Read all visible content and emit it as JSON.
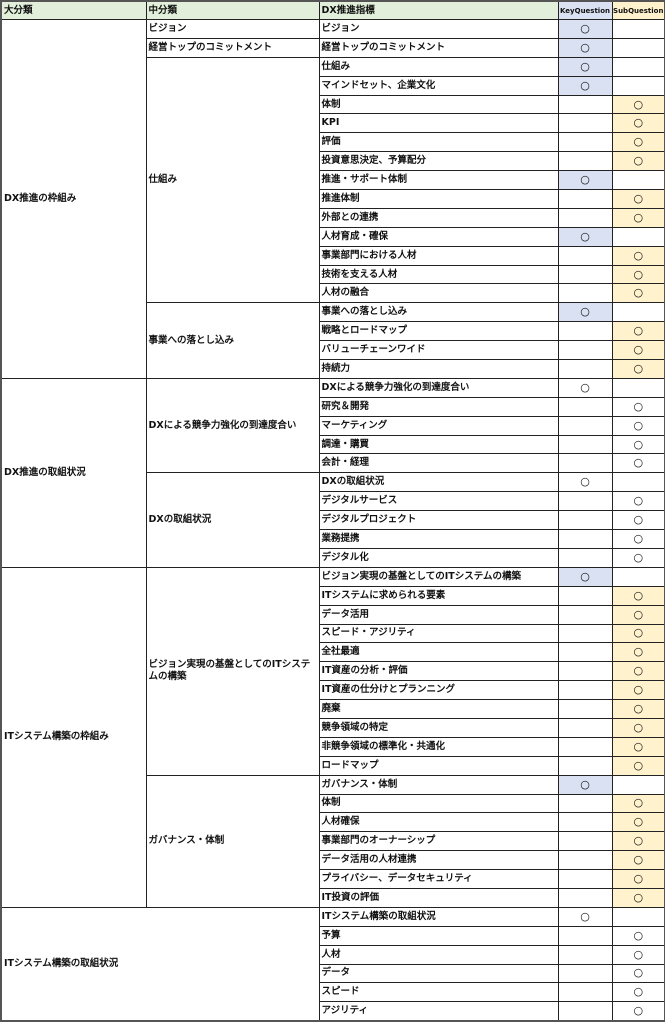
{
  "header": {
    "major": "大分類",
    "middle": "中分類",
    "indicator": "DX推進指標",
    "key": "KeyQuestion",
    "sub": "SubQuestion"
  },
  "mark": "○",
  "colors": {
    "header": "#e2efda",
    "key": "#d9e1f2",
    "sub": "#fff2cc"
  },
  "sections": [
    {
      "name": "DX推進の枠組み",
      "highlight": true,
      "groups": [
        {
          "name": "ビジョン",
          "rows": [
            {
              "label": "ビジョン",
              "type": "key"
            }
          ]
        },
        {
          "name": "経営トップのコミットメント",
          "rows": [
            {
              "label": "経営トップのコミットメント",
              "type": "key"
            }
          ]
        },
        {
          "name": "仕組み",
          "rows": [
            {
              "label": "仕組み",
              "type": "key"
            },
            {
              "label": "マインドセット、企業文化",
              "type": "key"
            },
            {
              "label": "体制",
              "type": "sub"
            },
            {
              "label": "KPI",
              "type": "sub"
            },
            {
              "label": "評価",
              "type": "sub"
            },
            {
              "label": "投資意思決定、予算配分",
              "type": "sub"
            },
            {
              "label": "推進・サポート体制",
              "type": "key"
            },
            {
              "label": "推進体制",
              "type": "sub"
            },
            {
              "label": "外部との連携",
              "type": "sub"
            },
            {
              "label": "人材育成・確保",
              "type": "key"
            },
            {
              "label": "事業部門における人材",
              "type": "sub"
            },
            {
              "label": "技術を支える人材",
              "type": "sub"
            },
            {
              "label": "人材の融合",
              "type": "sub"
            }
          ]
        },
        {
          "name": "事業への落とし込み",
          "rows": [
            {
              "label": "事業への落とし込み",
              "type": "key"
            },
            {
              "label": "戦略とロードマップ",
              "type": "sub"
            },
            {
              "label": "バリューチェーンワイド",
              "type": "sub"
            },
            {
              "label": "持続力",
              "type": "sub"
            }
          ]
        }
      ]
    },
    {
      "name": "DX推進の取組状況",
      "highlight": false,
      "groups": [
        {
          "name": "DXによる競争力強化の到達度合い",
          "rows": [
            {
              "label": "DXによる競争力強化の到達度合い",
              "type": "key"
            },
            {
              "label": "研究＆開発",
              "type": "sub"
            },
            {
              "label": "マーケティング",
              "type": "sub"
            },
            {
              "label": "調達・購買",
              "type": "sub"
            },
            {
              "label": "会計・経理",
              "type": "sub"
            }
          ]
        },
        {
          "name": "DXの取組状況",
          "rows": [
            {
              "label": "DXの取組状況",
              "type": "key"
            },
            {
              "label": "デジタルサービス",
              "type": "sub"
            },
            {
              "label": "デジタルプロジェクト",
              "type": "sub"
            },
            {
              "label": "業務提携",
              "type": "sub"
            },
            {
              "label": "デジタル化",
              "type": "sub"
            }
          ]
        }
      ]
    },
    {
      "name": "ITシステム構築の枠組み",
      "highlight": true,
      "groups": [
        {
          "name": "ビジョン実現の基盤としてのITシステムの構築",
          "rows": [
            {
              "label": "ビジョン実現の基盤としてのITシステムの構築",
              "type": "key"
            },
            {
              "label": "ITシステムに求められる要素",
              "type": "sub"
            },
            {
              "label": "データ活用",
              "type": "sub"
            },
            {
              "label": "スピード・アジリティ",
              "type": "sub"
            },
            {
              "label": "全社最適",
              "type": "sub"
            },
            {
              "label": "IT資産の分析・評価",
              "type": "sub"
            },
            {
              "label": "IT資産の仕分けとプランニング",
              "type": "sub"
            },
            {
              "label": "廃棄",
              "type": "sub"
            },
            {
              "label": "競争領域の特定",
              "type": "sub"
            },
            {
              "label": "非競争領域の標準化・共通化",
              "type": "sub"
            },
            {
              "label": "ロードマップ",
              "type": "sub"
            }
          ]
        },
        {
          "name": "ガバナンス・体制",
          "rows": [
            {
              "label": "ガバナンス・体制",
              "type": "key"
            },
            {
              "label": "体制",
              "type": "sub"
            },
            {
              "label": "人材確保",
              "type": "sub"
            },
            {
              "label": "事業部門のオーナーシップ",
              "type": "sub"
            },
            {
              "label": "データ活用の人材連携",
              "type": "sub"
            },
            {
              "label": "プライバシー、データセキュリティ",
              "type": "sub"
            },
            {
              "label": "IT投資の評価",
              "type": "sub"
            }
          ]
        }
      ]
    },
    {
      "name": "ITシステム構築の取組状況",
      "highlight": false,
      "groups": [
        {
          "name": "",
          "rows": [
            {
              "label": "ITシステム構築の取組状況",
              "type": "key"
            },
            {
              "label": "予算",
              "type": "sub"
            },
            {
              "label": "人材",
              "type": "sub"
            },
            {
              "label": "データ",
              "type": "sub"
            },
            {
              "label": "スピード",
              "type": "sub"
            },
            {
              "label": "アジリティ",
              "type": "sub"
            }
          ]
        }
      ]
    }
  ]
}
